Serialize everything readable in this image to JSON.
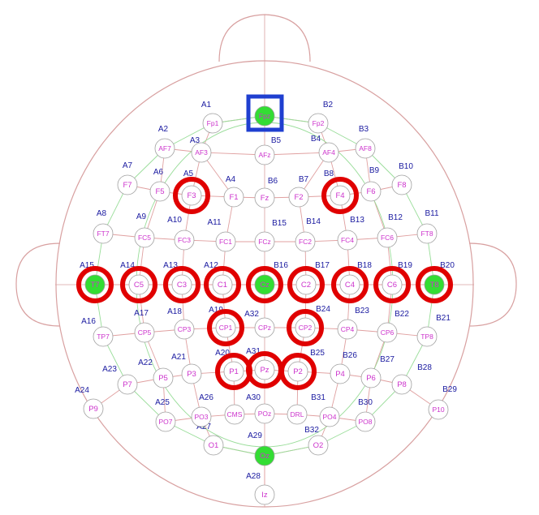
{
  "colors": {
    "head_outline": "#d8a0a0",
    "grid_green": "#99dd99",
    "grid_red": "#e0a0a0",
    "electrode_label": "#cc33cc",
    "channel_label": "#1a1aa0",
    "electrode_fill": "#ffffff",
    "electrode_stroke": "#a0a0a0",
    "active_fill": "#33dd33",
    "highlight_ring": "#e00000",
    "reference_box": "#1f3fd0"
  },
  "electrodes": [
    {
      "name": "Fp1",
      "ch": "A1",
      "fill": false
    },
    {
      "name": "Fpz",
      "ch": "",
      "fill": true
    },
    {
      "name": "Fp2",
      "ch": "B2",
      "fill": false
    },
    {
      "name": "AF7",
      "ch": "A2",
      "fill": false
    },
    {
      "name": "AF3",
      "ch": "A3",
      "fill": false
    },
    {
      "name": "AFz",
      "ch": "B5",
      "fill": false
    },
    {
      "name": "AF4",
      "ch": "B4",
      "fill": false
    },
    {
      "name": "AF8",
      "ch": "B3",
      "fill": false
    },
    {
      "name": "F7",
      "ch": "A7",
      "fill": false
    },
    {
      "name": "F5",
      "ch": "A6",
      "fill": false
    },
    {
      "name": "F3",
      "ch": "A5",
      "fill": false
    },
    {
      "name": "F1",
      "ch": "A4",
      "fill": false
    },
    {
      "name": "Fz",
      "ch": "B6",
      "fill": false
    },
    {
      "name": "F2",
      "ch": "B7",
      "fill": false
    },
    {
      "name": "F4",
      "ch": "B8",
      "fill": false
    },
    {
      "name": "F6",
      "ch": "B9",
      "fill": false
    },
    {
      "name": "F8",
      "ch": "B10",
      "fill": false
    },
    {
      "name": "FT7",
      "ch": "A8",
      "fill": false
    },
    {
      "name": "FC5",
      "ch": "A9",
      "fill": false
    },
    {
      "name": "FC3",
      "ch": "A10",
      "fill": false
    },
    {
      "name": "FC1",
      "ch": "A11",
      "fill": false
    },
    {
      "name": "FCz",
      "ch": "B15",
      "fill": false
    },
    {
      "name": "FC2",
      "ch": "B14",
      "fill": false
    },
    {
      "name": "FC4",
      "ch": "B13",
      "fill": false
    },
    {
      "name": "FC6",
      "ch": "B12",
      "fill": false
    },
    {
      "name": "FT8",
      "ch": "B11",
      "fill": false
    },
    {
      "name": "T7",
      "ch": "A15",
      "fill": true
    },
    {
      "name": "C5",
      "ch": "A14",
      "fill": false
    },
    {
      "name": "C3",
      "ch": "A13",
      "fill": false
    },
    {
      "name": "C1",
      "ch": "A12",
      "fill": false
    },
    {
      "name": "Cz",
      "ch": "B16",
      "fill": true
    },
    {
      "name": "C2",
      "ch": "B17",
      "fill": false
    },
    {
      "name": "C4",
      "ch": "B18",
      "fill": false
    },
    {
      "name": "C6",
      "ch": "B19",
      "fill": false
    },
    {
      "name": "T8",
      "ch": "B20",
      "fill": true
    },
    {
      "name": "TP7",
      "ch": "A16",
      "fill": false
    },
    {
      "name": "CP5",
      "ch": "A17",
      "fill": false
    },
    {
      "name": "CP3",
      "ch": "A18",
      "fill": false
    },
    {
      "name": "CP1",
      "ch": "A19",
      "fill": false
    },
    {
      "name": "CPz",
      "ch": "A32",
      "fill": false
    },
    {
      "name": "CP2",
      "ch": "B24",
      "fill": false
    },
    {
      "name": "CP4",
      "ch": "B23",
      "fill": false
    },
    {
      "name": "CP6",
      "ch": "B22",
      "fill": false
    },
    {
      "name": "TP8",
      "ch": "B21",
      "fill": false
    },
    {
      "name": "P7",
      "ch": "A23",
      "fill": false
    },
    {
      "name": "P5",
      "ch": "A22",
      "fill": false
    },
    {
      "name": "P3",
      "ch": "A21",
      "fill": false
    },
    {
      "name": "P1",
      "ch": "A20",
      "fill": false
    },
    {
      "name": "Pz",
      "ch": "A31",
      "fill": false
    },
    {
      "name": "P2",
      "ch": "B25",
      "fill": false
    },
    {
      "name": "P4",
      "ch": "B26",
      "fill": false
    },
    {
      "name": "P6",
      "ch": "B27",
      "fill": false
    },
    {
      "name": "P8",
      "ch": "B28",
      "fill": false
    },
    {
      "name": "P9",
      "ch": "A24",
      "fill": false
    },
    {
      "name": "P10",
      "ch": "B29",
      "fill": false
    },
    {
      "name": "PO7",
      "ch": "A25",
      "fill": false
    },
    {
      "name": "PO3",
      "ch": "A26",
      "fill": false
    },
    {
      "name": "CMS",
      "ch": "",
      "fill": false
    },
    {
      "name": "POz",
      "ch": "A30",
      "fill": false
    },
    {
      "name": "DRL",
      "ch": "",
      "fill": false
    },
    {
      "name": "PO4",
      "ch": "B31",
      "fill": false
    },
    {
      "name": "PO8",
      "ch": "B30",
      "fill": false
    },
    {
      "name": "O1",
      "ch": "A27",
      "fill": false
    },
    {
      "name": "Oz",
      "ch": "A29",
      "fill": true
    },
    {
      "name": "O2",
      "ch": "B32",
      "fill": false
    },
    {
      "name": "Iz",
      "ch": "A28",
      "fill": false
    }
  ],
  "highlighted": [
    "F3",
    "F4",
    "T7",
    "C5",
    "C3",
    "C1",
    "Cz",
    "C2",
    "C4",
    "C6",
    "T8",
    "CP1",
    "CP2",
    "P1",
    "Pz",
    "P2"
  ],
  "reference": "Fpz"
}
